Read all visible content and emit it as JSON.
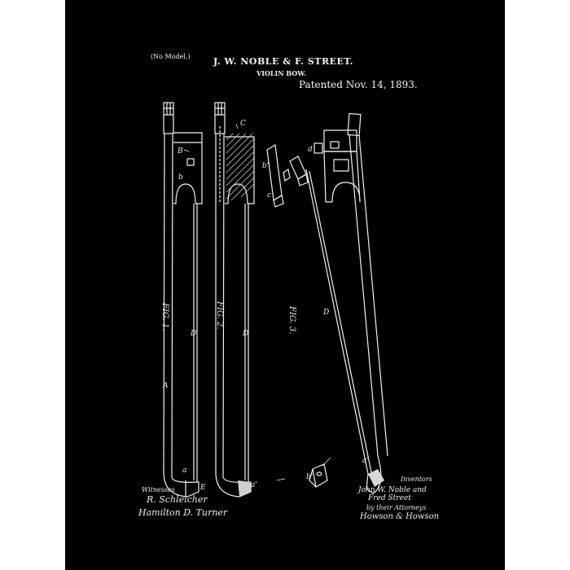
{
  "header": {
    "no_model": "(No Model.)",
    "inventors": "J. W. NOBLE & F. STREET.",
    "invention": "VIOLIN BOW.",
    "patented": "Patented Nov. 14, 1893."
  },
  "figures": {
    "fig1": "FIG. 1.",
    "fig2": "FIG. 2.",
    "fig3": "FIG. 3."
  },
  "letters": {
    "B": "B",
    "b": "b",
    "C": "C",
    "D": "D",
    "A": "A",
    "a": "a",
    "E": "E",
    "c": "c",
    "b2": "b'",
    "a2": "a'",
    "d": "d"
  },
  "signatures": {
    "witnesses_label": "Witnesses",
    "witness_1": "R. Schleicher",
    "witness_2": "Hamilton D. Turner",
    "inventors_label": "Inventors",
    "inventor_1": "John W. Noble and",
    "inventor_2": "Fred Street",
    "by_line": "by their Attorneys",
    "attorney": "Howson & Howson"
  },
  "colors": {
    "sheet": "#000000",
    "ink": "#f4f4f4",
    "margin": "#ffffff"
  }
}
